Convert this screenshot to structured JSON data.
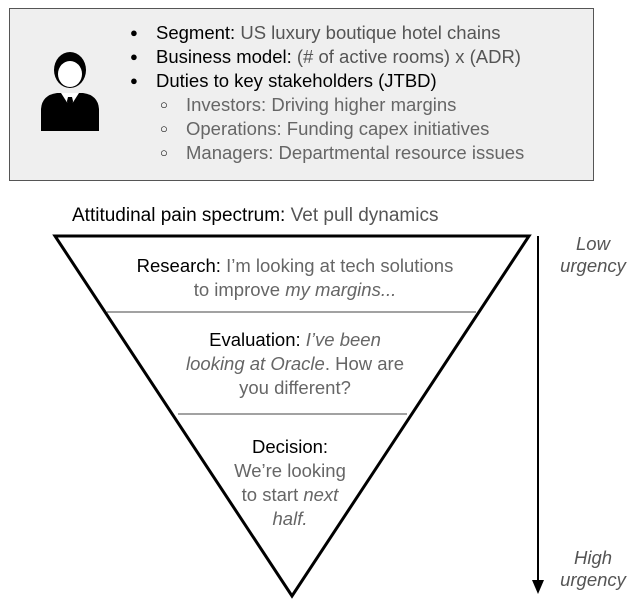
{
  "persona": {
    "icon": "businessman-icon",
    "bullets": [
      {
        "label": "Segment:",
        "value": " US luxury boutique hotel chains"
      },
      {
        "label": "Business model:",
        "value": " (# of active rooms) x (ADR)"
      },
      {
        "label": "Duties to key stakeholders (JTBD)",
        "value": ""
      }
    ],
    "sub_bullets": [
      "Investors: Driving higher margins",
      "Operations: Funding capex initiatives",
      "Managers: Departmental resource issues"
    ]
  },
  "spectrum": {
    "title": "Attitudinal pain spectrum:",
    "subtitle": " Vet pull dynamics"
  },
  "stages": {
    "research": {
      "label": "Research:",
      "line1_rest": " I’m looking at tech solutions",
      "line2_pre": "to improve ",
      "line2_em": "my margins",
      "line2_post": "..."
    },
    "evaluation": {
      "label": "Evaluation:",
      "line1_em": " I’ve been",
      "line2_em": "looking at Oracle",
      "line2_post": ". How are",
      "line3": "you  different?"
    },
    "decision": {
      "label": "Decision:",
      "line2": "We’re looking",
      "line3_pre": "to start ",
      "line3_em": "next",
      "line4_em": "half."
    }
  },
  "urgency": {
    "low_line1": "Low",
    "low_line2": "urgency",
    "high_line1": "High",
    "high_line2": "urgency"
  }
}
